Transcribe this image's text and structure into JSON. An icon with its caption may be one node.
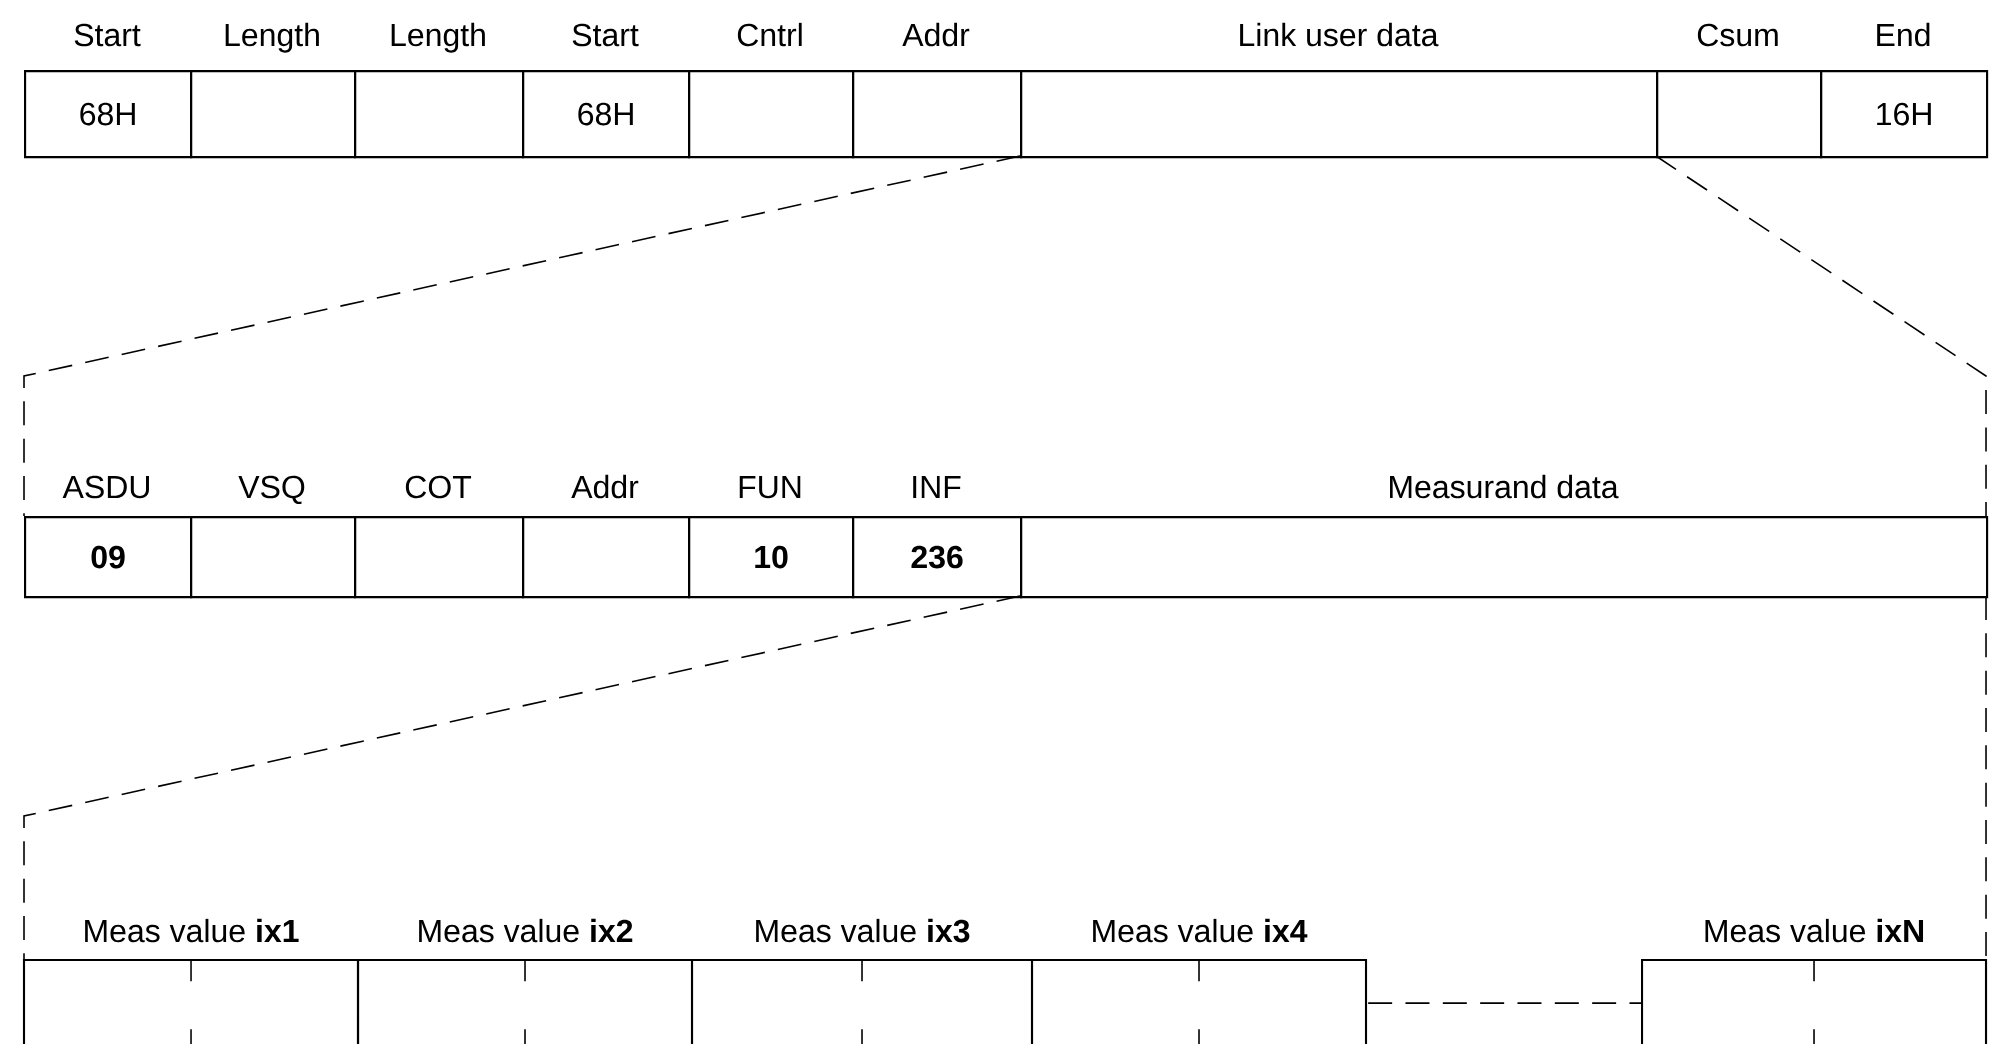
{
  "diagram": {
    "nodes": [
      {
        "text": [
          "Start",
          "68H"
        ]
      },
      {
        "text": [
          "Length"
        ]
      },
      {
        "text": [
          "Length"
        ]
      },
      {
        "text": [
          "Start",
          "68H"
        ]
      },
      {
        "text": [
          "Cntrl"
        ]
      },
      {
        "text": [
          "Addr"
        ]
      },
      {
        "text": [
          "Link user data"
        ]
      },
      {
        "text": [
          "Csum"
        ]
      },
      {
        "text": [
          "End",
          "16H"
        ]
      },
      {
        "text": [
          "ASDU",
          "09"
        ]
      },
      {
        "text": [
          "VSQ"
        ]
      },
      {
        "text": [
          "COT"
        ]
      },
      {
        "text": [
          "Addr"
        ]
      },
      {
        "text": [
          "FUN",
          "10"
        ]
      },
      {
        "text": [
          "INF",
          "236"
        ]
      },
      {
        "text": [
          "Measurand data"
        ]
      },
      {
        "text": [
          "Meas value **ix1**"
        ]
      },
      {
        "text": [
          "Meas value **ix2**"
        ]
      },
      {
        "text": [
          "Meas value **ix3**"
        ]
      },
      {
        "text": [
          "Meas value **ix4**"
        ]
      },
      {
        "text": [
          "Meas value **ixN**"
        ]
      }
    ],
    "edges": [
      {
        "from": 19,
        "to": 20,
        "arrow": "none",
        "style": "dashed"
      }
    ]
  }
}
